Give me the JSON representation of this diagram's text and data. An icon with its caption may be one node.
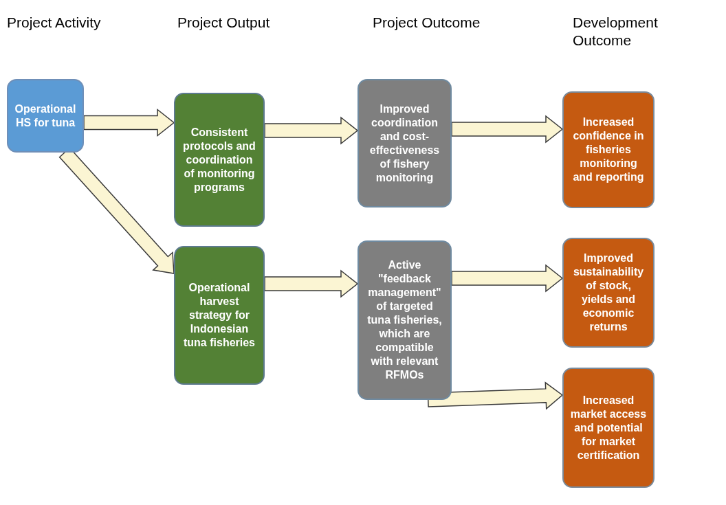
{
  "diagram": {
    "nodes": [
      {
        "text": [
          "Operational HS for tuna"
        ]
      },
      {
        "text": [
          "Consistent protocols and coordination of monitoring programs"
        ]
      },
      {
        "text": [
          "Improved coordination and cost-effectiveness of fishery monitoring"
        ]
      },
      {
        "text": [
          "Increased confidence in fisheries monitoring and reporting"
        ]
      },
      {
        "text": [
          "Operational harvest strategy for Indonesian tuna fisheries"
        ]
      },
      {
        "text": [
          "Active \"feedback management\" of targeted tuna fisheries, which are compatible with relevant RFMOs"
        ]
      },
      {
        "text": [
          "Improved sustainability of stock, yields and economic returns"
        ]
      },
      {
        "text": [
          "Increased market access and potential for market certification"
        ]
      }
    ],
    "edges": [
      {
        "from": 0,
        "to": 1,
        "arrow": "to"
      },
      {
        "from": 0,
        "to": 4,
        "arrow": "to"
      },
      {
        "from": 1,
        "to": 2,
        "arrow": "to"
      },
      {
        "from": 2,
        "to": 3,
        "arrow": "to"
      },
      {
        "from": 4,
        "to": 5,
        "arrow": "to"
      },
      {
        "from": 5,
        "to": 6,
        "arrow": "to"
      },
      {
        "from": 5,
        "to": 7,
        "arrow": "to"
      }
    ],
    "labels": [
      "Project Activity",
      "Project Output",
      "Project Outcome",
      "Development Outcome"
    ]
  }
}
